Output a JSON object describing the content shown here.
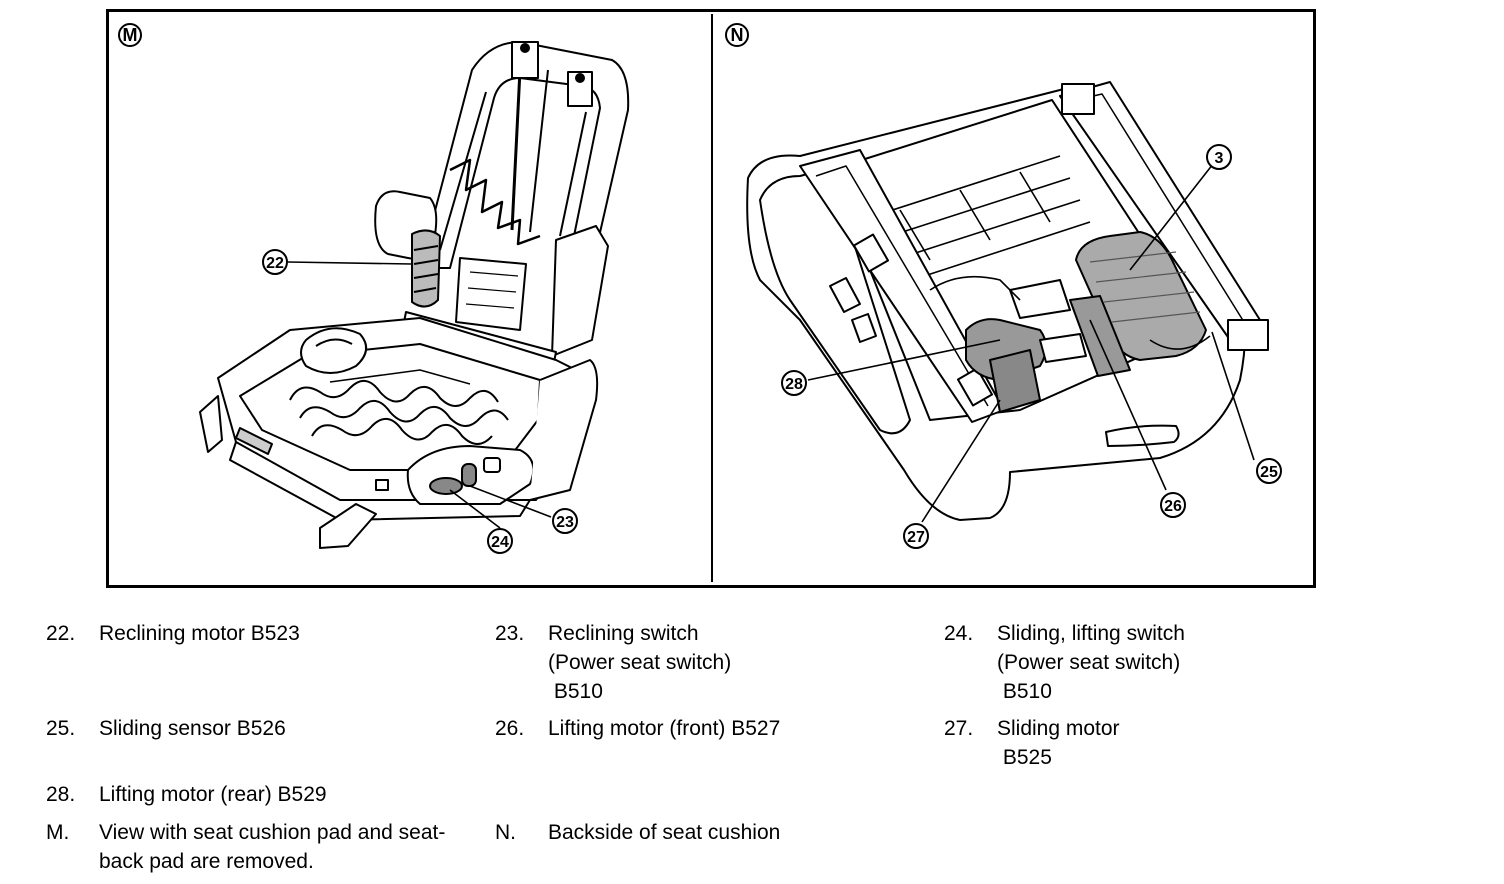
{
  "views": [
    {
      "letter": "M"
    },
    {
      "letter": "N"
    }
  ],
  "callouts": [
    "22",
    "23",
    "24",
    "3",
    "28",
    "25",
    "26",
    "27"
  ],
  "legend": [
    {
      "num": "22.",
      "lines": [
        "Reclining motor B523"
      ]
    },
    {
      "num": "23.",
      "lines": [
        "Reclining switch",
        "(Power seat switch)",
        " B510"
      ]
    },
    {
      "num": "24.",
      "lines": [
        "Sliding, lifting switch",
        "(Power seat switch)",
        " B510"
      ]
    },
    {
      "num": "25.",
      "lines": [
        "Sliding sensor B526"
      ]
    },
    {
      "num": "26.",
      "lines": [
        "Lifting motor (front) B527"
      ]
    },
    {
      "num": "27.",
      "lines": [
        "Sliding motor",
        " B525"
      ]
    },
    {
      "num": "28.",
      "lines": [
        "Lifting motor (rear) B529"
      ]
    },
    {
      "num": "M.",
      "lines": [
        "View with seat cushion pad and seat-",
        "back pad are removed."
      ]
    },
    {
      "num": "N.",
      "lines": [
        "Backside of seat cushion"
      ]
    }
  ]
}
